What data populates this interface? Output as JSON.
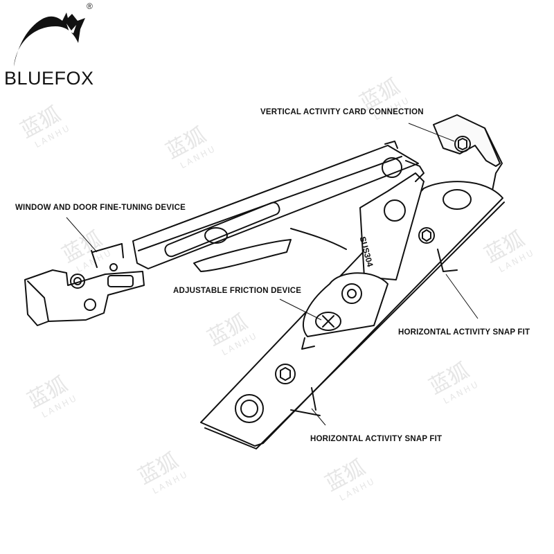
{
  "brand": {
    "name": "BLUEFOX",
    "registered_mark": "®"
  },
  "watermark": {
    "chinese": "蓝狐",
    "latin": "LANHU"
  },
  "part_stamp": "SUS304",
  "callouts": {
    "vertical_card": "VERTICAL ACTIVITY CARD CONNECTION",
    "fine_tuning": "WINDOW AND DOOR FINE-TUNING DEVICE",
    "friction": "ADJUSTABLE FRICTION DEVICE",
    "snap_fit_right": "HORIZONTAL ACTIVITY SNAP FIT",
    "snap_fit_bottom": "HORIZONTAL ACTIVITY SNAP FIT"
  }
}
